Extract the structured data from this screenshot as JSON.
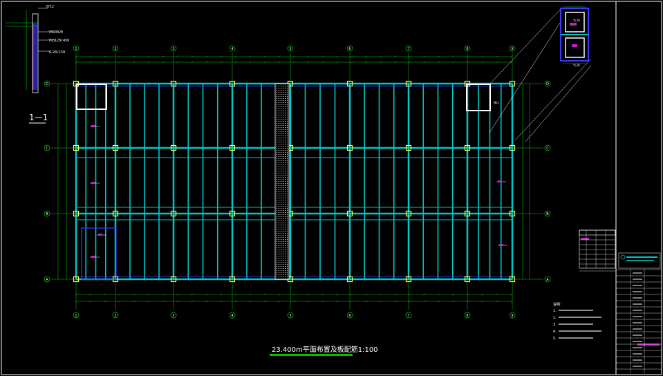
{
  "drawing": {
    "title": "23.400m平面布置及板配筋1:100",
    "section_label": "1—1",
    "section_texts": [
      "3Y12",
      "YB60020",
      "YKB120/450",
      "YL20/150"
    ],
    "grid_columns": [
      "1",
      "2",
      "3",
      "4",
      "5",
      "6",
      "7",
      "8",
      "9"
    ],
    "grid_rows": [
      "D",
      "C",
      "B",
      "A"
    ],
    "notes_heading": "说明：",
    "notes": [
      "1.",
      "2.",
      "3.",
      "4.",
      "5."
    ],
    "opening_label": "洞口",
    "detail_labels": [
      "YL20",
      "YL20"
    ]
  },
  "colors": {
    "background": "#000000",
    "beam": "#00c8c8",
    "slab": "#3a3aff",
    "grid": "#00d000",
    "column": "#ffff40",
    "text": "#ffffff",
    "accent": "#c020c0",
    "titleUnderline": "#00c000"
  }
}
